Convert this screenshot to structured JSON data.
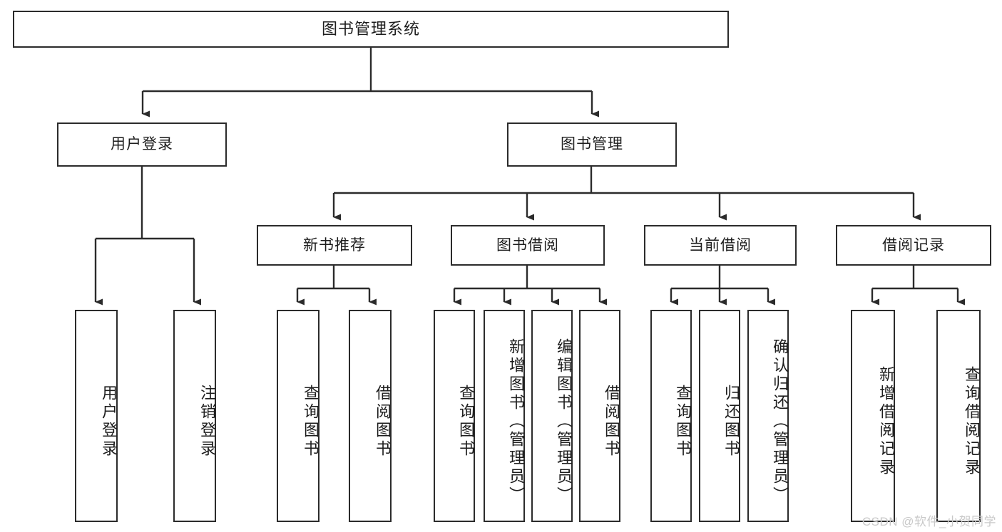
{
  "diagram": {
    "title": "图书管理系统",
    "type": "tree",
    "watermark": "CSDN @软件_小贺同学",
    "colors": {
      "box_border": "#2b2b2b",
      "box_fill": "#ffffff",
      "edge": "#2b2b2b",
      "text": "#1d1d1d",
      "watermark": "#c9c9c9",
      "background": "#ffffff"
    },
    "levels": {
      "root": "图书管理系统",
      "level1": [
        "用户登录",
        "图书管理"
      ],
      "level2": [
        "新书推荐",
        "图书借阅",
        "当前借阅",
        "借阅记录"
      ]
    },
    "nodes": {
      "root": {
        "label": "图书管理系统",
        "orientation": "horizontal"
      },
      "user_login": {
        "label": "用户登录",
        "orientation": "horizontal"
      },
      "book_manage": {
        "label": "图书管理",
        "orientation": "horizontal"
      },
      "new_book_rec": {
        "label": "新书推荐",
        "orientation": "horizontal"
      },
      "book_borrow": {
        "label": "图书借阅",
        "orientation": "horizontal"
      },
      "current_borrow": {
        "label": "当前借阅",
        "orientation": "horizontal"
      },
      "borrow_record": {
        "label": "借阅记录",
        "orientation": "horizontal"
      },
      "leaf_user_login": {
        "label": "用户登录",
        "orientation": "vertical"
      },
      "leaf_logout": {
        "label": "注销登录",
        "orientation": "vertical"
      },
      "leaf_query_book_1": {
        "label": "查询图书",
        "orientation": "vertical"
      },
      "leaf_borrow_book_1": {
        "label": "借阅图书",
        "orientation": "vertical"
      },
      "leaf_query_book_2": {
        "label": "查询图书",
        "orientation": "vertical"
      },
      "leaf_add_book": {
        "label": "新增图书（管理员）",
        "orientation": "vertical"
      },
      "leaf_edit_book": {
        "label": "编辑图书（管理员）",
        "orientation": "vertical"
      },
      "leaf_borrow_book_2": {
        "label": "借阅图书",
        "orientation": "vertical"
      },
      "leaf_query_book_3": {
        "label": "查询图书",
        "orientation": "vertical"
      },
      "leaf_return_book": {
        "label": "归还图书",
        "orientation": "vertical"
      },
      "leaf_confirm_return": {
        "label": "确认归还（管理员）",
        "orientation": "vertical"
      },
      "leaf_add_record": {
        "label": "新增借阅记录",
        "orientation": "vertical"
      },
      "leaf_query_record": {
        "label": "查询借阅记录",
        "orientation": "vertical"
      }
    },
    "edges": [
      {
        "from": "图书管理系统",
        "to": "用户登录"
      },
      {
        "from": "图书管理系统",
        "to": "图书管理"
      },
      {
        "from": "用户登录",
        "to": "用户登录"
      },
      {
        "from": "用户登录",
        "to": "注销登录"
      },
      {
        "from": "图书管理",
        "to": "新书推荐"
      },
      {
        "from": "图书管理",
        "to": "图书借阅"
      },
      {
        "from": "图书管理",
        "to": "当前借阅"
      },
      {
        "from": "图书管理",
        "to": "借阅记录"
      },
      {
        "from": "新书推荐",
        "to": "查询图书"
      },
      {
        "from": "新书推荐",
        "to": "借阅图书"
      },
      {
        "from": "图书借阅",
        "to": "查询图书"
      },
      {
        "from": "图书借阅",
        "to": "新增图书（管理员）"
      },
      {
        "from": "图书借阅",
        "to": "编辑图书（管理员）"
      },
      {
        "from": "图书借阅",
        "to": "借阅图书"
      },
      {
        "from": "当前借阅",
        "to": "查询图书"
      },
      {
        "from": "当前借阅",
        "to": "归还图书"
      },
      {
        "from": "当前借阅",
        "to": "确认归还（管理员）"
      },
      {
        "from": "借阅记录",
        "to": "新增借阅记录"
      },
      {
        "from": "借阅记录",
        "to": "查询借阅记录"
      }
    ]
  }
}
